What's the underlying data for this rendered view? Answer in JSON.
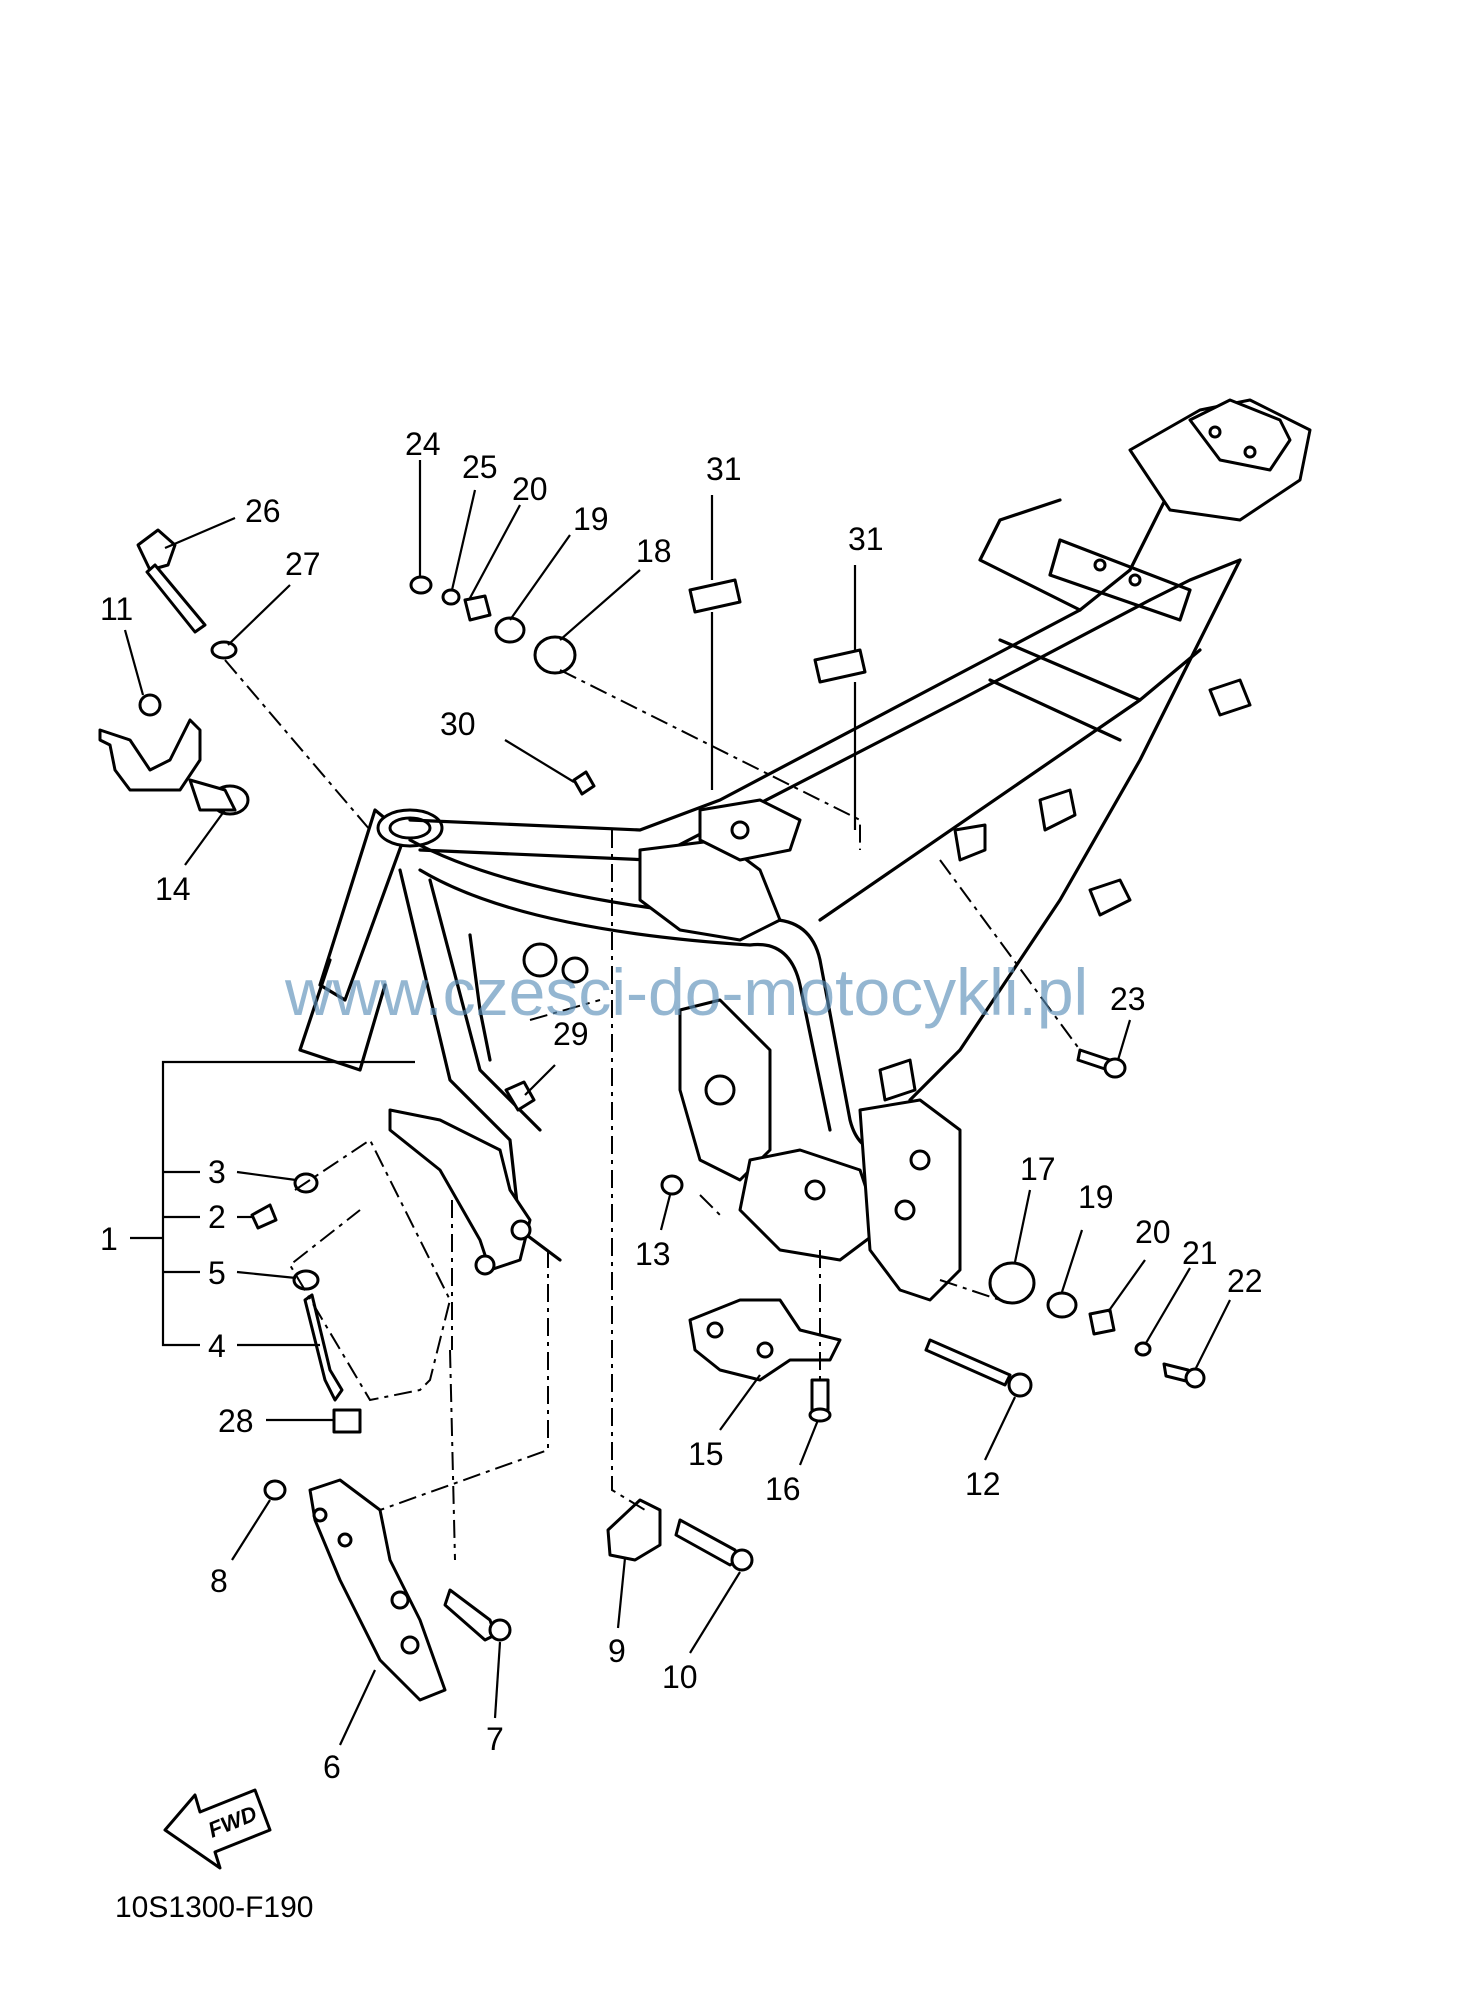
{
  "diagram_code": "10S1300-F190",
  "watermark": "www.czesci-do-motocykli.pl",
  "fwd_label": "FWD",
  "callouts": [
    {
      "id": "c1",
      "text": "1"
    },
    {
      "id": "c2",
      "text": "2"
    },
    {
      "id": "c3",
      "text": "3"
    },
    {
      "id": "c4",
      "text": "4"
    },
    {
      "id": "c5",
      "text": "5"
    },
    {
      "id": "c6",
      "text": "6"
    },
    {
      "id": "c7",
      "text": "7"
    },
    {
      "id": "c8",
      "text": "8"
    },
    {
      "id": "c9",
      "text": "9"
    },
    {
      "id": "c10",
      "text": "10"
    },
    {
      "id": "c11",
      "text": "11"
    },
    {
      "id": "c12",
      "text": "12"
    },
    {
      "id": "c13",
      "text": "13"
    },
    {
      "id": "c14",
      "text": "14"
    },
    {
      "id": "c15",
      "text": "15"
    },
    {
      "id": "c16",
      "text": "16"
    },
    {
      "id": "c17",
      "text": "17"
    },
    {
      "id": "c18",
      "text": "18"
    },
    {
      "id": "c19a",
      "text": "19"
    },
    {
      "id": "c19b",
      "text": "19"
    },
    {
      "id": "c20a",
      "text": "20"
    },
    {
      "id": "c20b",
      "text": "20"
    },
    {
      "id": "c21",
      "text": "21"
    },
    {
      "id": "c22",
      "text": "22"
    },
    {
      "id": "c23",
      "text": "23"
    },
    {
      "id": "c24",
      "text": "24"
    },
    {
      "id": "c25",
      "text": "25"
    },
    {
      "id": "c26",
      "text": "26"
    },
    {
      "id": "c27",
      "text": "27"
    },
    {
      "id": "c28",
      "text": "28"
    },
    {
      "id": "c29",
      "text": "29"
    },
    {
      "id": "c30",
      "text": "30"
    },
    {
      "id": "c31a",
      "text": "31"
    },
    {
      "id": "c31b",
      "text": "31"
    }
  ]
}
